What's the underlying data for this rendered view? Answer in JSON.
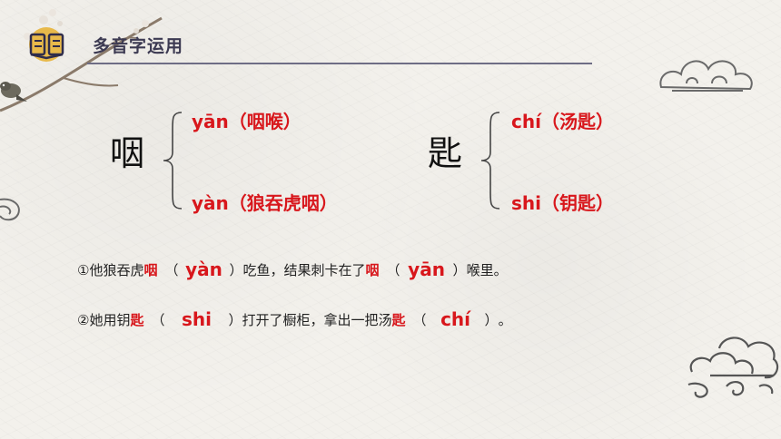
{
  "header": {
    "title": "多音字运用"
  },
  "colors": {
    "accent_red": "#d8171c",
    "title_navy": "#3c3a52",
    "icon_gold": "#e8b94a"
  },
  "groups": [
    {
      "char": "咽",
      "readings": [
        "yān（咽喉）",
        "yàn（狼吞虎咽）"
      ]
    },
    {
      "char": "匙",
      "readings": [
        "chí（汤匙）",
        "shi（钥匙）"
      ]
    }
  ],
  "sentences": [
    {
      "prefix": "①他狼吞虎",
      "red1": "咽",
      "open1": "（",
      "answer1": "yàn",
      "close1": "）",
      "middle": "吃鱼，结果刺卡在了",
      "red2": "咽",
      "open2": "（",
      "answer2": "yān",
      "close2": "）",
      "suffix": "喉里。"
    },
    {
      "prefix": "②她用钥",
      "red1": "匙",
      "open1": "（",
      "answer1": "shi",
      "close1": "）",
      "middle": "打开了橱柜，拿出一把汤",
      "red2": "匙",
      "open2": "（",
      "answer2": "chí",
      "close2": "）",
      "suffix": "。"
    }
  ],
  "icons": [
    "book-icon",
    "branch-bird-decoration",
    "cloud-decoration"
  ]
}
